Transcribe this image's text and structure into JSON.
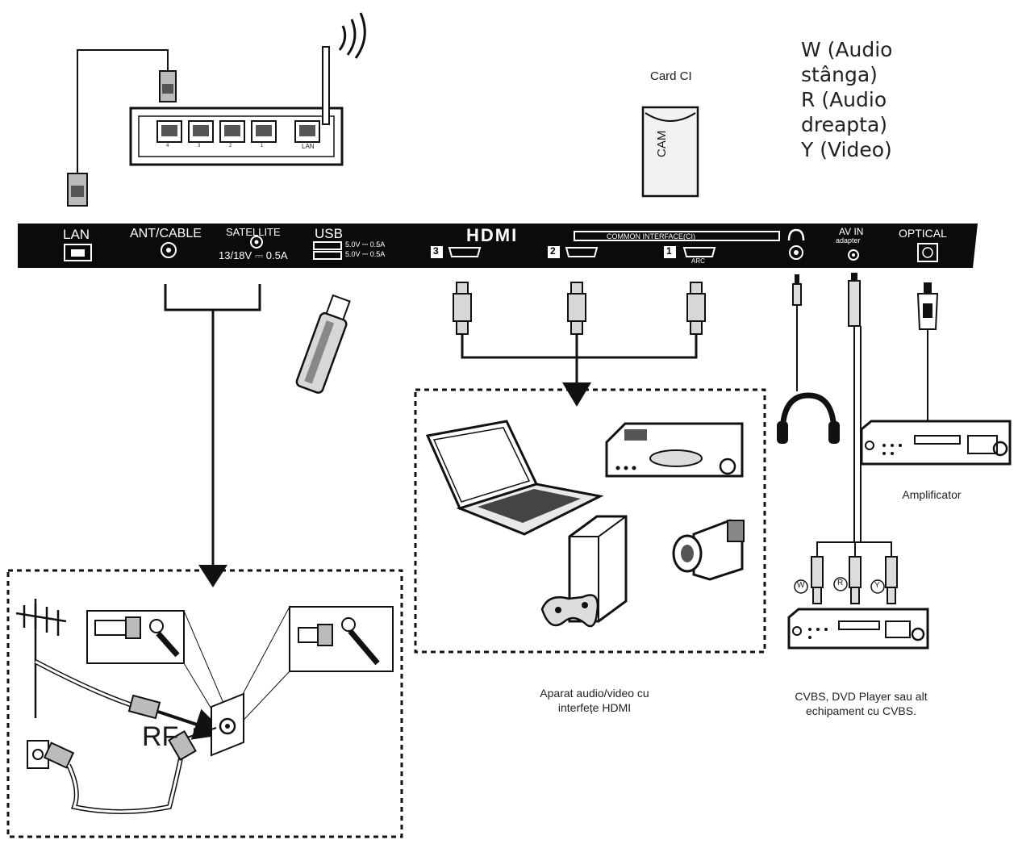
{
  "legend": {
    "lines": [
      "W (Audio",
      "stânga)",
      "R (Audio",
      "dreapta)",
      "Y (Video)"
    ]
  },
  "card_ci": {
    "label": "Card CI",
    "cam_text": "CAM"
  },
  "panel": {
    "lan": "LAN",
    "ant_cable": "ANT/CABLE",
    "satellite": "SATELLITE",
    "satellite_rating": "13/18V ⎓ 0.5A",
    "usb": "USB",
    "usb_rating_1": "5.0V ⎓ 0.5A",
    "usb_rating_2": "5.0V ⎓ 0.5A",
    "hdmi": "HDMI",
    "hdmi_port_3": "3",
    "hdmi_port_2": "2",
    "hdmi_port_1": "1",
    "arc": "ARC",
    "common_interface": "COMMON INTERFACE(CI)",
    "av_in": "AV IN",
    "adapter": "adapter",
    "optical": "OPTICAL"
  },
  "router": {
    "lan_port": "LAN",
    "port_numbers": [
      "4",
      "3",
      "2",
      "1"
    ]
  },
  "captions": {
    "rf": "RF",
    "hdmi_devices": "Aparat audio/video cu\ninterfețe HDMI",
    "amplifier": "Amplificator",
    "cvbs": "CVBS, DVD Player sau alt\nechipament cu CVBS."
  },
  "rca_tags": {
    "w": "W",
    "r": "R",
    "y": "Y"
  },
  "icons": [
    "wifi-router-icon",
    "ethernet-plug-icon",
    "cam-card-icon",
    "usb-stick-icon",
    "hdmi-plug-icon",
    "laptop-icon",
    "dvd-player-icon",
    "game-console-icon",
    "camcorder-icon",
    "headphones-icon",
    "amplifier-icon",
    "antenna-icon",
    "wall-socket-icon",
    "rca-plug-icon",
    "optical-plug-icon"
  ]
}
